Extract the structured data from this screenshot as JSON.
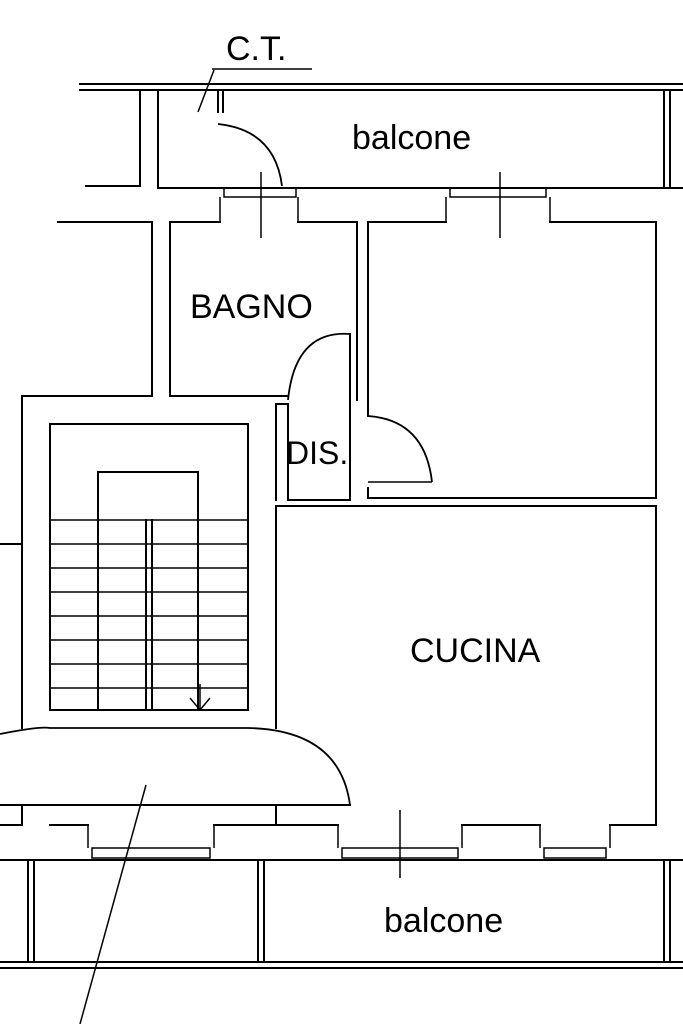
{
  "labels": {
    "ct": "C.T.",
    "balcone_top": "balcone",
    "bagno": "BAGNO",
    "dis": "DIS.",
    "cucina": "CUCINA",
    "balcone_bottom": "balcone"
  }
}
